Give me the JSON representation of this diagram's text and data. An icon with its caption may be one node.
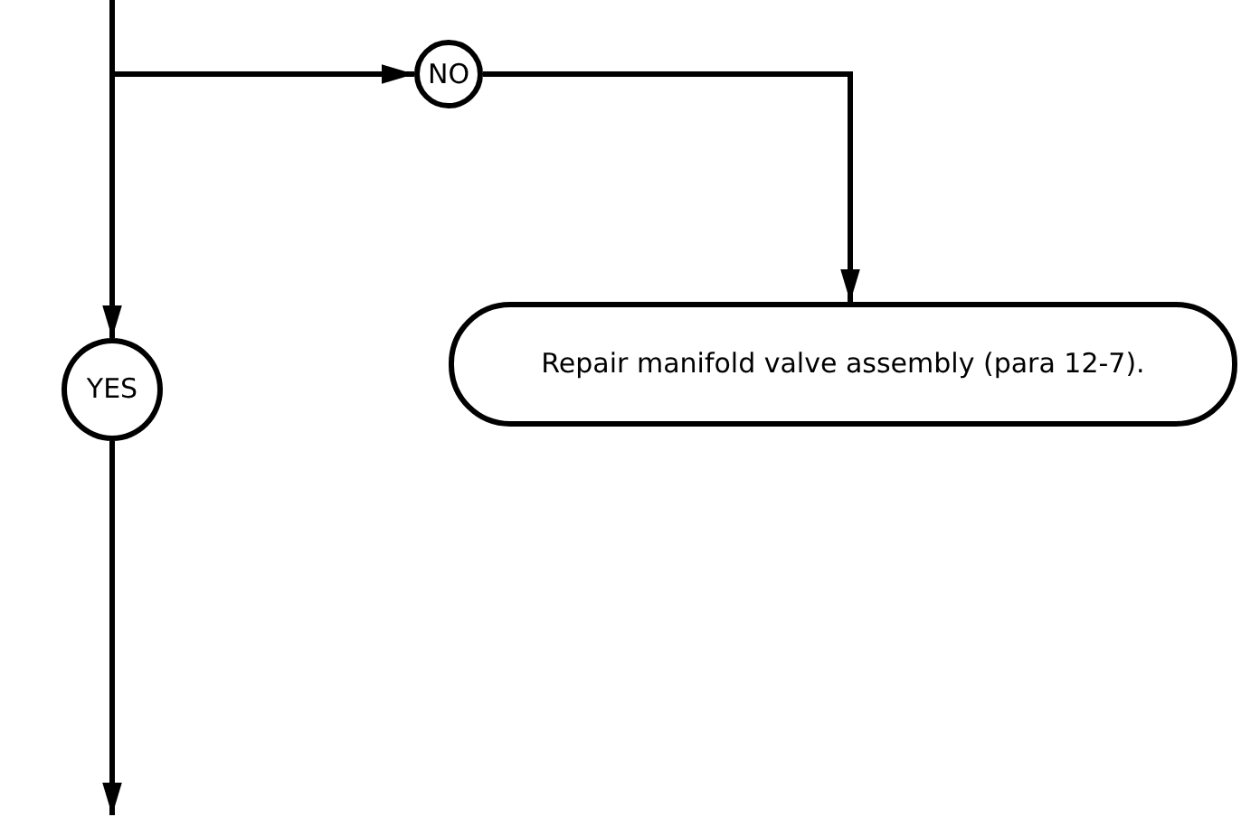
{
  "diagram": {
    "nodes": [
      {
        "text": [
          "NO"
        ]
      },
      {
        "text": [
          "Repair manifold valve assembly (para 12-7)."
        ]
      },
      {
        "text": [
          "YES"
        ]
      }
    ],
    "edges": [
      {
        "from": null,
        "to": 0,
        "arrow": "to"
      },
      {
        "from": null,
        "to": 2,
        "arrow": "to"
      },
      {
        "from": 0,
        "to": 1,
        "arrow": "to"
      },
      {
        "from": 2,
        "to": null,
        "arrow": "to"
      }
    ]
  }
}
